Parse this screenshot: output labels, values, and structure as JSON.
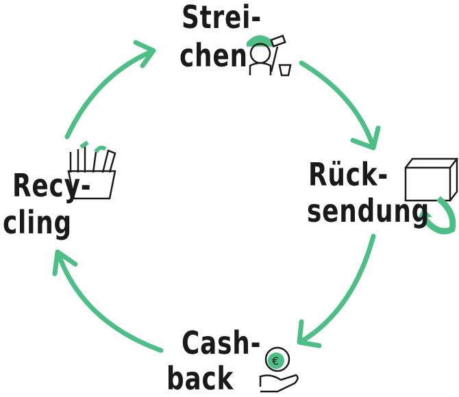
{
  "colors": {
    "accent": "#4dbf86",
    "text": "#1a1a1a"
  },
  "steps": [
    {
      "line1": "Strei-",
      "line2": "chen",
      "icon": "painter-icon"
    },
    {
      "line1": "Rück-",
      "line2": "sendung",
      "icon": "return-box-icon"
    },
    {
      "line1": "Cash-",
      "line2": "back",
      "icon": "euro-hand-icon"
    },
    {
      "line1": "Recy-",
      "line2": "cling",
      "icon": "pencil-cup-icon"
    }
  ]
}
